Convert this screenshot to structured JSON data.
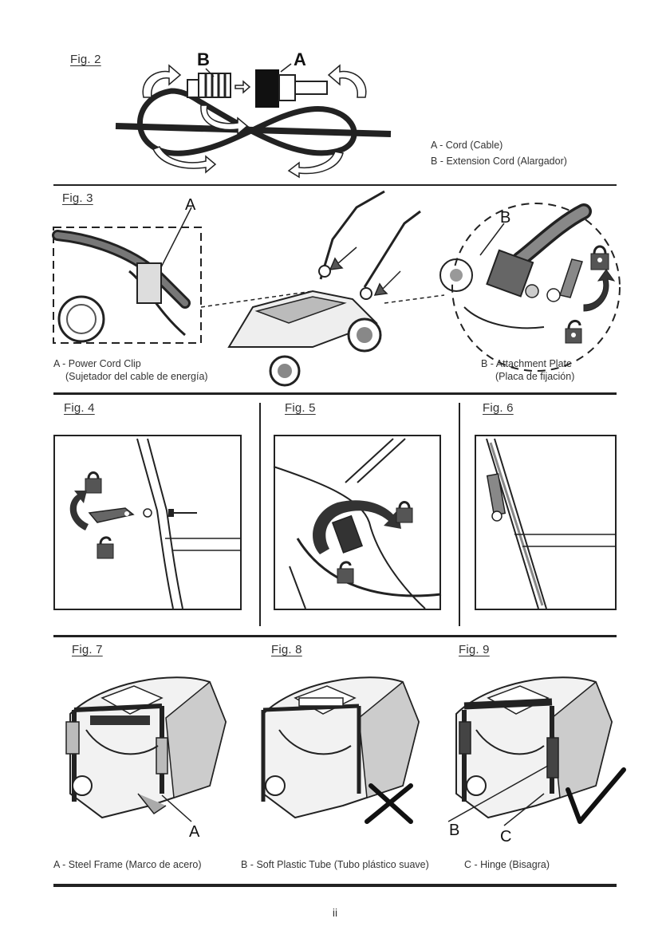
{
  "fig2": {
    "label": "Fig. 2",
    "letter_a": "A",
    "letter_b": "B",
    "caption_a": "A - Cord (Cable)",
    "caption_b": "B - Extension Cord (Alargador)"
  },
  "fig3": {
    "label": "Fig. 3",
    "letter_a": "A",
    "letter_b": "B",
    "caption_a_line1": "A - Power Cord Clip",
    "caption_a_line2": "(Sujetador del cable de energía)",
    "caption_b_line1": "B - Attachment Plate",
    "caption_b_line2": "(Placa de fijación)"
  },
  "fig4": {
    "label": "Fig. 4"
  },
  "fig5": {
    "label": "Fig. 5"
  },
  "fig6": {
    "label": "Fig. 6"
  },
  "fig7": {
    "label": "Fig. 7",
    "letter": "A",
    "caption": "A - Steel Frame (Marco de acero)"
  },
  "fig8": {
    "label": "Fig. 8",
    "caption": "B - Soft Plastic Tube (Tubo plástico suave)"
  },
  "fig9": {
    "label": "Fig. 9",
    "letter_b": "B",
    "letter_c": "C",
    "caption": "C - Hinge (Bisagra)"
  },
  "page_number": "ii",
  "icons": [
    "arrow-rotate-icon",
    "lock-closed-icon",
    "lock-open-icon",
    "cross-mark-icon",
    "check-mark-icon",
    "arrow-down-icon"
  ]
}
